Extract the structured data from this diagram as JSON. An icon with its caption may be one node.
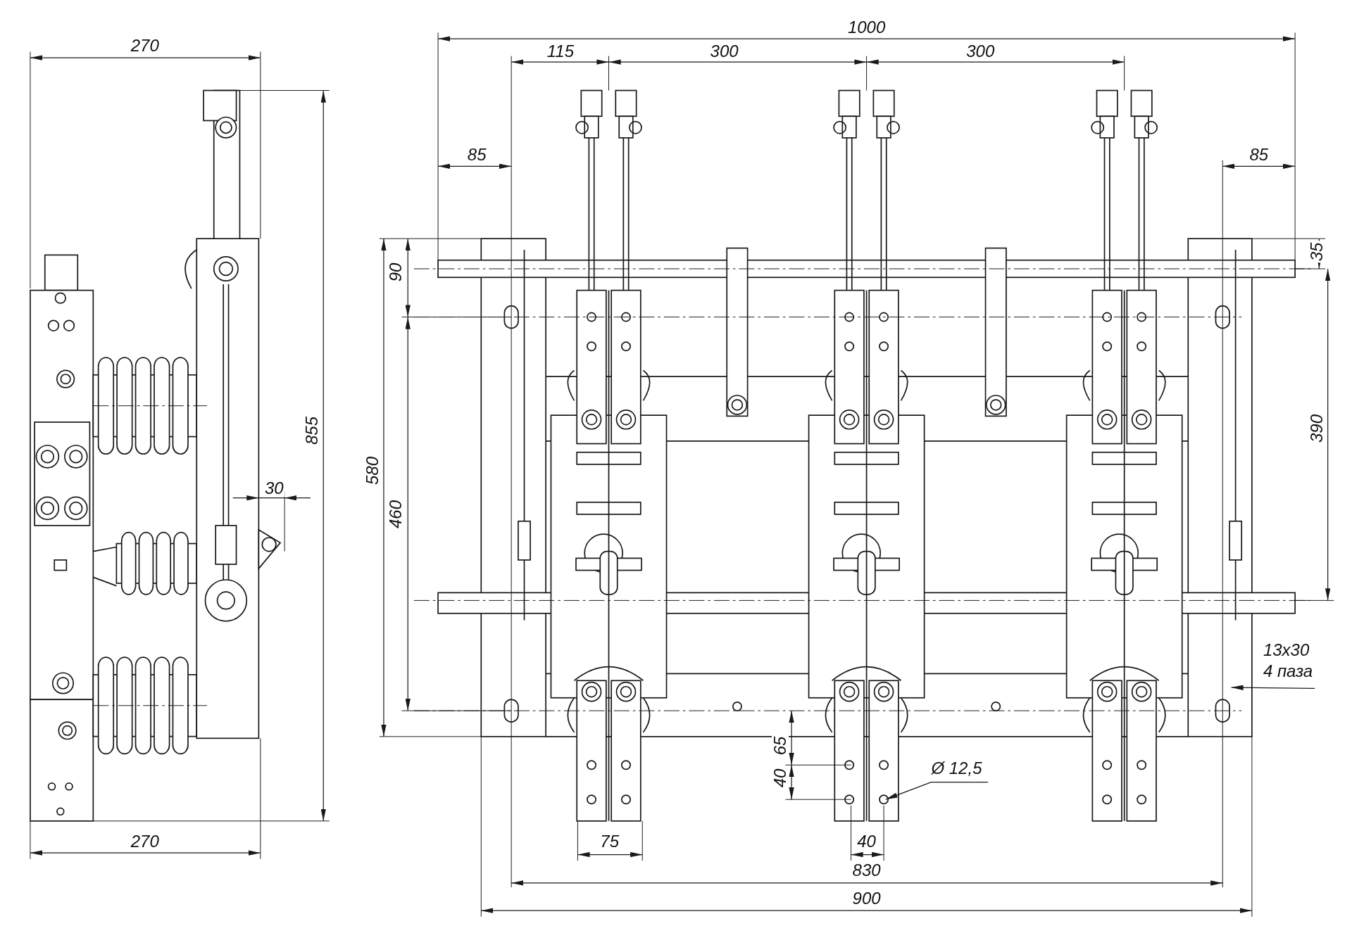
{
  "diagram": {
    "nodes": [
      {
        "text": [
          "Ø 12,5"
        ]
      },
      {
        "text": [
          "13x30",
          "4 паза"
        ]
      }
    ],
    "edges": [
      {
        "from": 0,
        "to": null,
        "arrow": "to"
      },
      {
        "from": 1,
        "to": null,
        "arrow": "to"
      }
    ],
    "labels": [
      "1000",
      "270",
      "115",
      "300",
      "300",
      "85",
      "85",
      "35",
      "90",
      "855",
      "390",
      "580",
      "30",
      "460",
      "65",
      "40",
      "270",
      "75",
      "40",
      "830",
      "900"
    ]
  }
}
